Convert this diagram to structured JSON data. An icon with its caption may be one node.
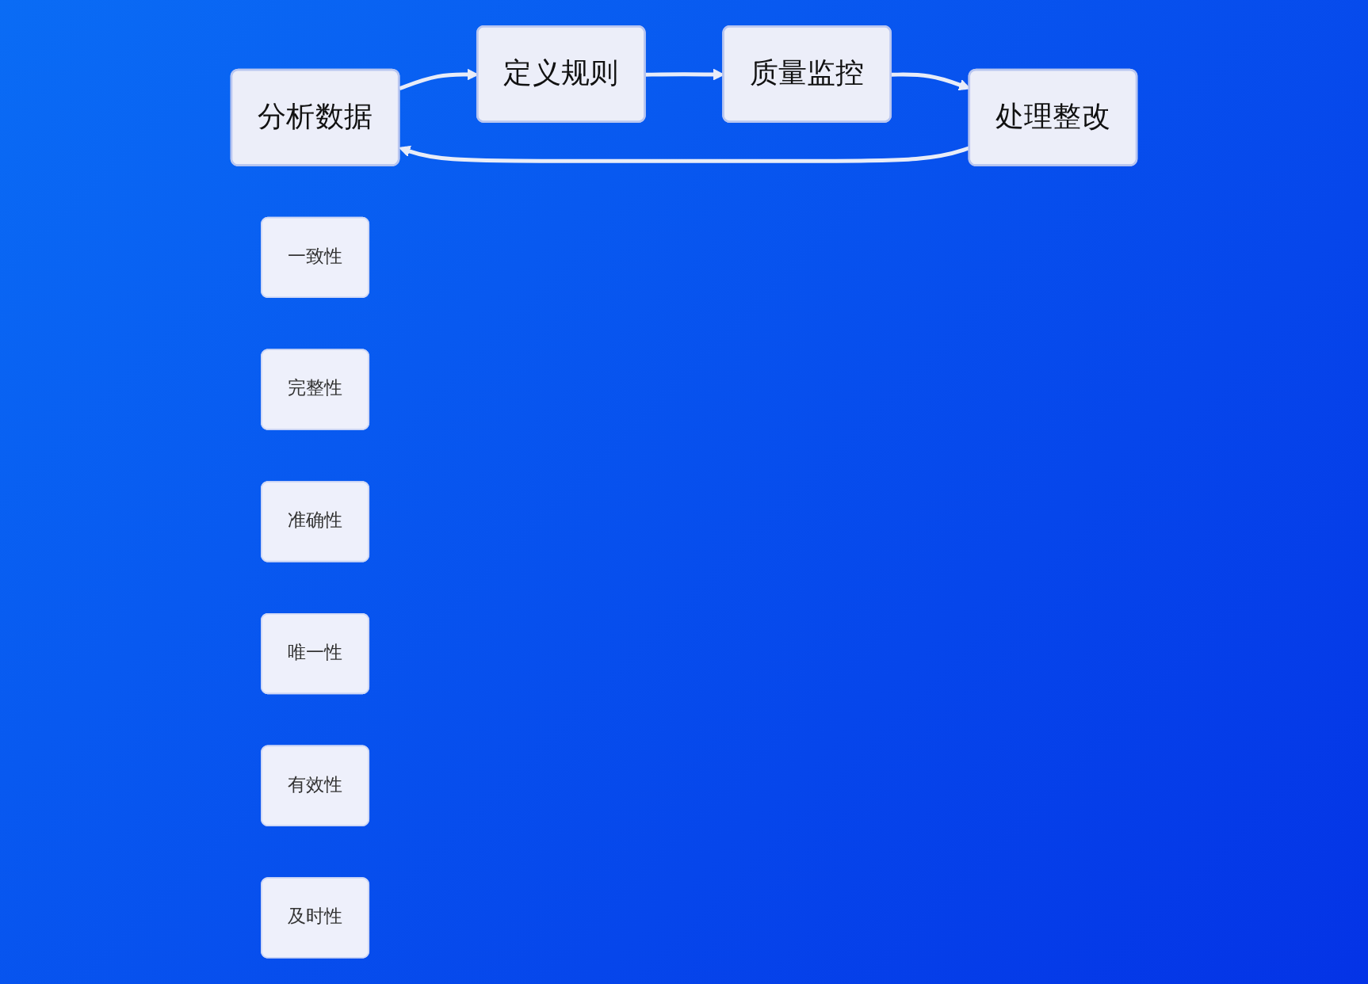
{
  "diagram": {
    "nodes": [
      {
        "text": [
          "分析数据"
        ]
      },
      {
        "text": [
          "定义规则"
        ]
      },
      {
        "text": [
          "质量监控"
        ]
      },
      {
        "text": [
          "处理整改"
        ]
      },
      {
        "text": [
          "一致性"
        ]
      },
      {
        "text": [
          "完整性"
        ]
      },
      {
        "text": [
          "准确性"
        ]
      },
      {
        "text": [
          "唯一性"
        ]
      },
      {
        "text": [
          "有效性"
        ]
      },
      {
        "text": [
          "及时性"
        ]
      }
    ],
    "edges": [
      {
        "from": 0,
        "to": 1,
        "arrow": "to"
      },
      {
        "from": 1,
        "to": 2,
        "arrow": "to"
      },
      {
        "from": 2,
        "to": 3,
        "arrow": "to"
      },
      {
        "from": 3,
        "to": 0,
        "arrow": "to"
      }
    ]
  }
}
